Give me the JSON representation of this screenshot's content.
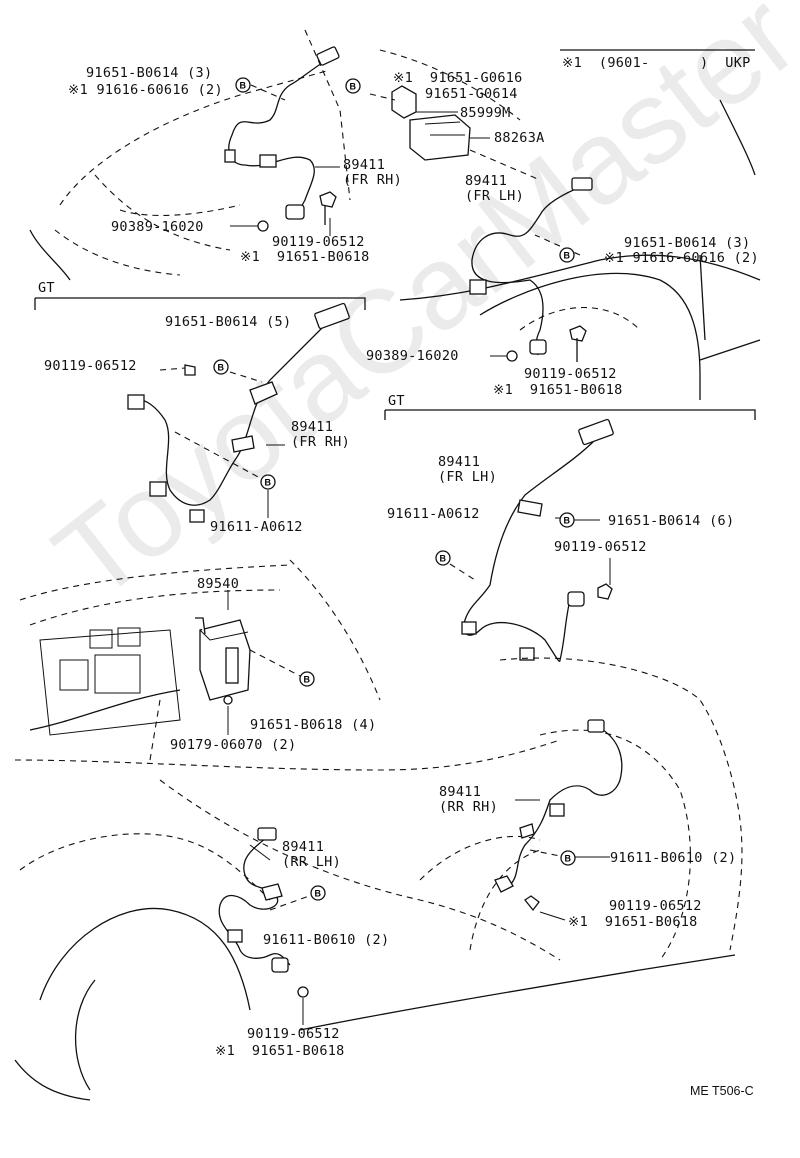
{
  "labels": {
    "l01": "91651-B0614 (3)",
    "l02": "※1 91616-60616 (2)",
    "l03": "※1  91651-G0616",
    "l04": "91651-G0614",
    "l05": "85999M",
    "l06": "88263A",
    "l07": "※1  (9601-      )  UKP",
    "l08": "89411",
    "l09": "(FR RH)",
    "l10": "89411",
    "l11": "(FR LH)",
    "l12": "90389-16020",
    "l13": "90119-06512",
    "l14": "※1  91651-B0618",
    "l15": "91651-B0614 (3)",
    "l16": "※1 91616-60616 (2)",
    "l17": "GT",
    "l18": "91651-B0614 (5)",
    "l19": "90119-06512",
    "l20": "90389-16020",
    "l21": "90119-06512",
    "l22": "※1  91651-B0618",
    "l23": "89411",
    "l24": "(FR RH)",
    "l25": "GT",
    "l26": "91611-A0612",
    "l27": "89411",
    "l28": "(FR LH)",
    "l29": "91611-A0612",
    "l30": "91651-B0614 (6)",
    "l31": "90119-06512",
    "l32": "89540",
    "l33": "91651-B0618 (4)",
    "l34": "90179-06070 (2)",
    "l35": "89411",
    "l36": "(RR RH)",
    "l37": "91611-B0610 (2)",
    "l38": "89411",
    "l39": "(RR LH)",
    "l40": "90119-06512",
    "l41": "※1  91651-B0618",
    "l42": "91611-B0610 (2)",
    "l43": "90119-06512",
    "l44": "※1  91651-B0618"
  },
  "bubble_letter": "B",
  "figure_code": "ME T506-C",
  "watermark": "ToyotaCarMaster"
}
